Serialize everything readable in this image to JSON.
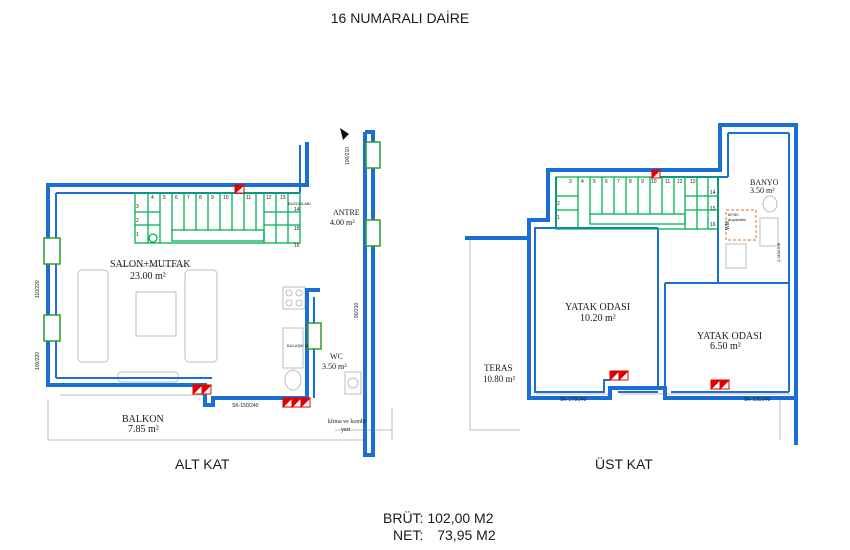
{
  "title": "16 NUMARALI DAİRE",
  "floors": [
    {
      "label": "ALT KAT",
      "rooms": [
        {
          "name": "SALON+MUTFAK",
          "area": "23.00 m²"
        },
        {
          "name": "ANTRE",
          "area": "4.00 m²"
        },
        {
          "name": "WC",
          "area": "3.50 m²"
        },
        {
          "name": "BALKON",
          "area": "7.85 m²"
        }
      ],
      "notes": {
        "klima": "klima ve kombi",
        "yeri": "yeri",
        "buzdolabi": "BUZDOLABI",
        "bulasik": "BULAŞIK M.",
        "window_code": "SK-150/240",
        "door_code_entry": "100/210",
        "door_code_wc": "90/210",
        "window_side_1": "110/220",
        "window_side_2": "100/220"
      },
      "stair_steps": [
        "1",
        "2",
        "3",
        "4",
        "5",
        "6",
        "7",
        "8",
        "9",
        "10",
        "11",
        "12",
        "13",
        "14",
        "15",
        "16"
      ]
    },
    {
      "label": "ÜST KAT",
      "rooms": [
        {
          "name": "BANYO",
          "area": "3.50 m²"
        },
        {
          "name": "YATAK ODASI",
          "area": "10.20 m²"
        },
        {
          "name": "YATAK ODASI",
          "area": "6.50 m²"
        },
        {
          "name": "TERAS",
          "area": "10.80 m²"
        }
      ],
      "notes": {
        "shower": "80*80 duşakabin",
        "window_code_1": "SK-170/240",
        "window_code_2": "SK-135/240",
        "washer": "Ç.MAKİNE",
        "wm": "WM"
      },
      "stair_steps": [
        "1",
        "2",
        "3",
        "4",
        "5",
        "6",
        "7",
        "8",
        "9",
        "10",
        "11",
        "12",
        "13",
        "14",
        "15",
        "16"
      ]
    }
  ],
  "totals": {
    "brut_label": "BRÜT:",
    "brut_value": "102,00 M2",
    "net_label": "NET:",
    "net_value": "73,95 M2"
  },
  "colors": {
    "wall": "#1a6fd6",
    "stair": "#00b050",
    "window": "#2e9a2e",
    "shaft": "#e00000"
  }
}
